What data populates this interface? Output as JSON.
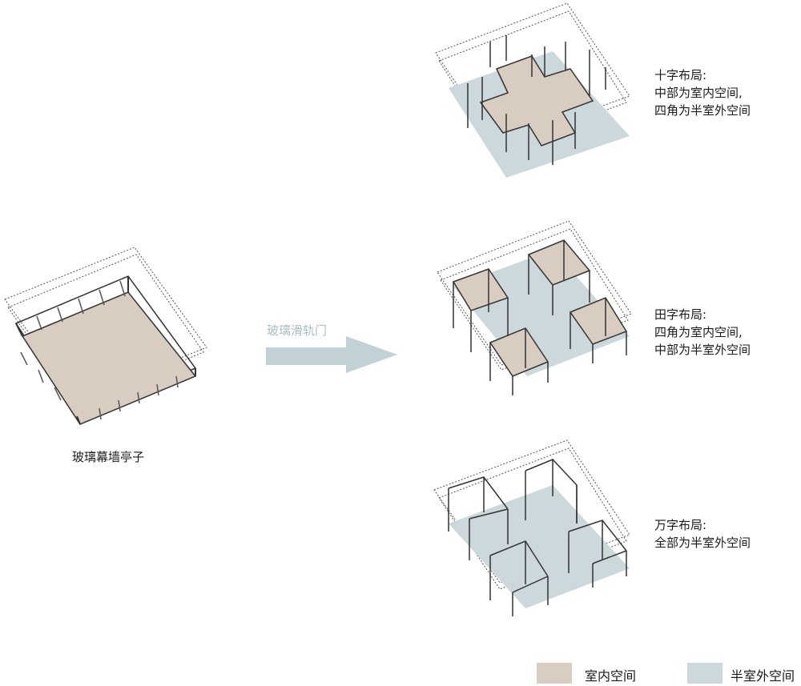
{
  "colors": {
    "indoor": "#d8cdc0",
    "semi_outdoor": "#cdd8dc",
    "frame": "#444444",
    "arrow": "#c2d1d6"
  },
  "pavilion": {
    "caption": "玻璃幕墙亭子"
  },
  "arrow": {
    "label": "玻璃滑轨门"
  },
  "layouts": [
    {
      "lines": [
        "十字布局:",
        "中部为室内空间,",
        "四角为半室外空间"
      ]
    },
    {
      "lines": [
        "田字布局:",
        "四角为室内空间,",
        "中部为半室外空间"
      ]
    },
    {
      "lines": [
        "万字布局:",
        "全部为半室外空间"
      ]
    }
  ],
  "legend": [
    {
      "label": "室内空间",
      "color": "#d8cdc0"
    },
    {
      "label": "半室外空间",
      "color": "#cdd8dc"
    }
  ]
}
